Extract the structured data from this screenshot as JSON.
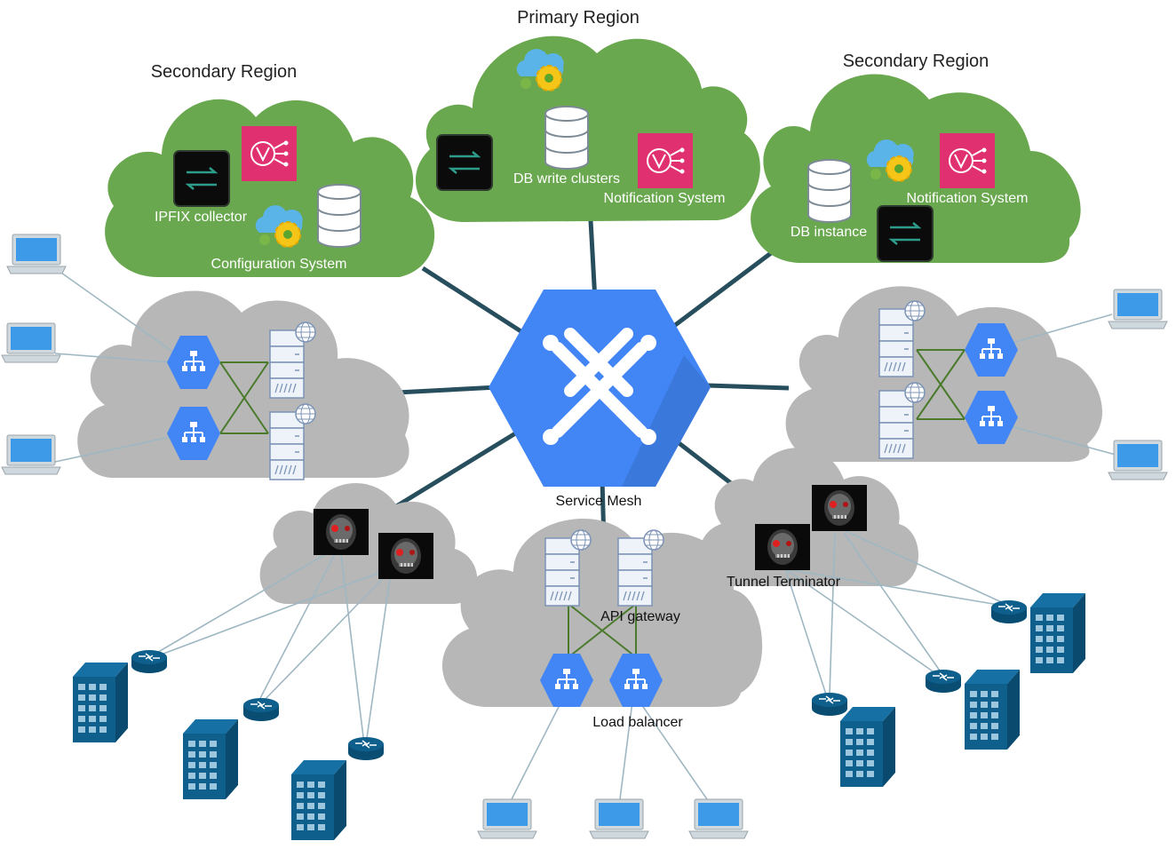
{
  "colors": {
    "region_cloud": "#6aa84f",
    "edge_cloud": "#b7b7b7",
    "mesh_blue": "#4285f4",
    "hub_line": "#274e5d",
    "thin_line": "#9fb7c2",
    "cross_line": "#4a7a2c",
    "router_building": "#0e5f8c",
    "laptop_blue": "#3d9ae8",
    "notification_pink": "#e0306f",
    "console_black": "#0b0b0b"
  },
  "regions": {
    "secondary_left": {
      "title": "Secondary Region",
      "ipfix_label": "IPFIX collector",
      "config_label": "Configuration System"
    },
    "primary": {
      "title": "Primary Region",
      "db_label": "DB write clusters",
      "notify_label": "Notification System"
    },
    "secondary_right": {
      "title": "Secondary Region",
      "notify_label": "Notification System",
      "db_label": "DB instance"
    }
  },
  "hub": {
    "label": "Service Mesh"
  },
  "bottom_center": {
    "api_label": "API gateway",
    "lb_label": "Load balancer"
  },
  "bottom_right": {
    "tunnel_label": "Tunnel Terminator"
  },
  "icons": {
    "hub": "service-mesh-icon",
    "load_balancer": "load-balancer-icon",
    "server": "web-server-icon",
    "laptop": "laptop-icon",
    "router": "router-icon",
    "building": "office-building-icon",
    "database": "database-icon",
    "notification": "notification-service-icon",
    "console": "console-icon",
    "config": "cloud-gear-icon",
    "terminator": "robot-face-icon"
  }
}
